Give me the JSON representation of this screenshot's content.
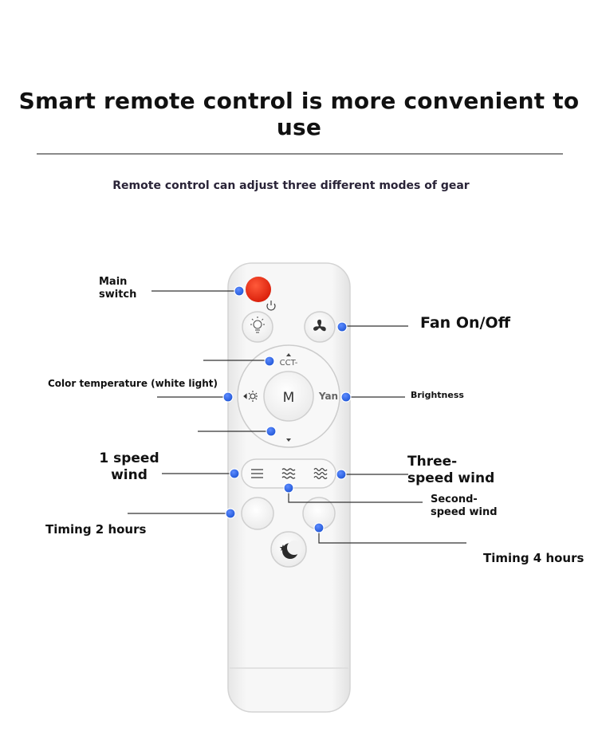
{
  "headline": "Smart remote control is more convenient to use",
  "subheadline": "Remote control can adjust three different modes of gear",
  "remote": {
    "cct_label": "CCT-",
    "mode_label": "M",
    "brightness_mark": "Yan"
  },
  "labels": {
    "main_switch_1": "Main",
    "main_switch_2": "switch",
    "fan_on_off": "Fan On/Off",
    "color_temperature": "Color temperature (white light)",
    "brightness": "Brightness",
    "speed1_1": "1 speed",
    "speed1_2": "wind",
    "speed3_1": "Three-",
    "speed3_2": "speed wind",
    "speed2_1": "Second-",
    "speed2_2": "speed wind",
    "timing2": "Timing 2 hours",
    "timing4": "Timing 4 hours"
  },
  "colors": {
    "power_button": "#e8230e",
    "marker": "#1f56d6",
    "remote_body": "#f4f4f4"
  }
}
